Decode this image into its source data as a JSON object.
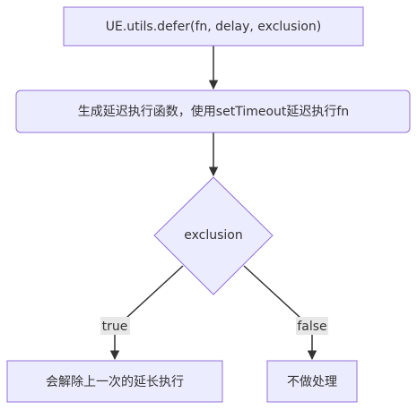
{
  "nodes": {
    "call": "UE.utils.defer(fn, delay, exclusion)",
    "create": "生成延迟执行函数，使用setTimeout延迟执行fn",
    "decision": "exclusion",
    "cancel": "会解除上一次的延长执行",
    "noop": "不做处理"
  },
  "edges": {
    "true_label": "true",
    "false_label": "false"
  },
  "colors": {
    "node_fill": "#ececff",
    "node_stroke": "#9370db",
    "edge": "#333333",
    "label_bg": "#e8e8e8"
  }
}
